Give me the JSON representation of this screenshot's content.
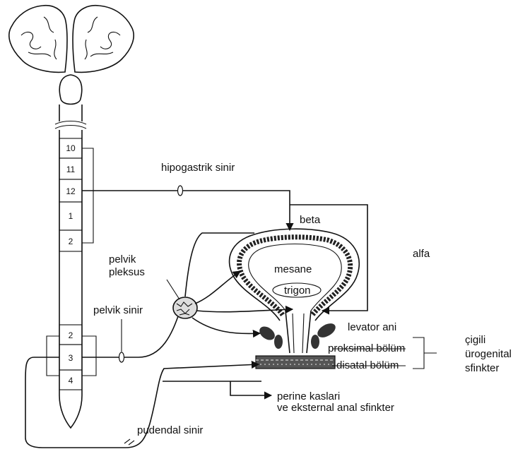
{
  "labels": {
    "hipogastrik": "hipogastrik sinir",
    "beta": "beta",
    "alfa": "alfa",
    "pelvik_pleksus_1": "pelvik",
    "pelvik_pleksus_2": "pleksus",
    "pelvik_sinir": "pelvik sinir",
    "mesane": "mesane",
    "trigon": "trigon",
    "levator_ani": "levator ani",
    "proksimal": "proksimal bölüm",
    "disatal": "disatal bölüm",
    "cigili": "çigili",
    "urogenital": "ürogenital",
    "sfinkter": "sfinkter",
    "perine_1": "perine kaslari",
    "perine_2": "ve eksternal anal sfinkter",
    "pudendal": "pudendal sinir"
  },
  "segments": {
    "upper": [
      "10",
      "11",
      "12",
      "1",
      "2"
    ],
    "lower": [
      "2",
      "3",
      "4"
    ]
  }
}
